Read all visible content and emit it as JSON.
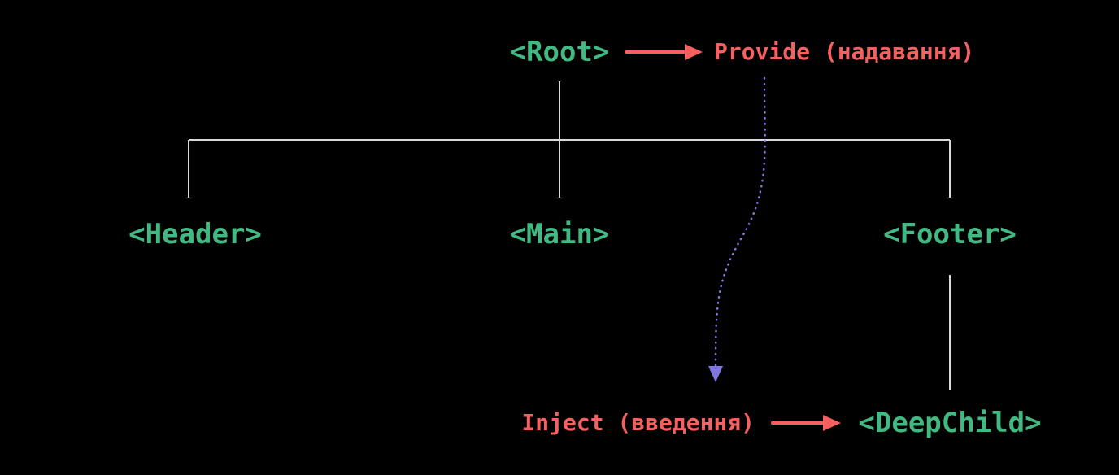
{
  "diagram": {
    "colors": {
      "background": "#000000",
      "component_green": "#42b883",
      "label_red": "#f56060",
      "inject_purple": "#8276e0",
      "tree_line_gray": "#d9d9d9"
    },
    "nodes": {
      "root": {
        "label": "<Root>"
      },
      "header": {
        "label": "<Header>"
      },
      "main": {
        "label": "<Main>"
      },
      "footer": {
        "label": "<Footer>"
      },
      "deep_child": {
        "label": "<DeepChild>"
      }
    },
    "annotations": {
      "provide": {
        "label": "Provide (надавання)"
      },
      "inject": {
        "label": "Inject (введення)"
      }
    }
  }
}
